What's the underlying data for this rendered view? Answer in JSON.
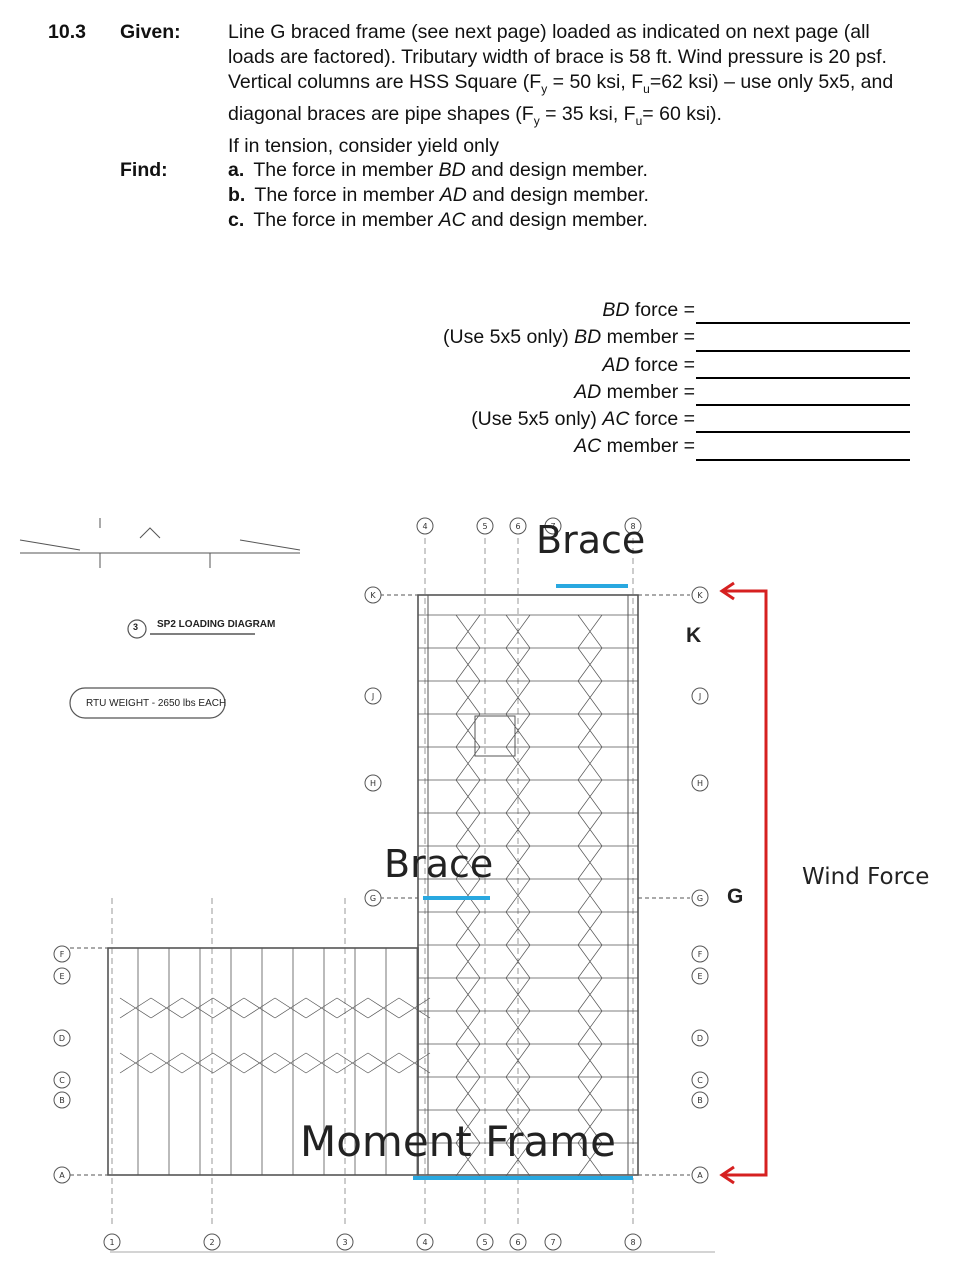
{
  "problem": {
    "number": "10.3",
    "given_label": "Given:",
    "given_lines": [
      "Line G braced frame (see next page) loaded as indicated on next page (all",
      "loads are factored).  Tributary width of brace is 58 ft. Wind pressure is 20 psf.",
      "Vertical columns are HSS Square (Fy = 50 ksi, Fu=62 ksi) – use only 5x5, and",
      "diagonal braces are pipe shapes (Fy = 35 ksi, Fu= 60 ksi).",
      "If in tension, consider yield only"
    ],
    "find_label": "Find:",
    "find_items": [
      {
        "letter": "a.",
        "pre": "The force in member ",
        "member": "BD",
        "post": " and design member."
      },
      {
        "letter": "b.",
        "pre": "The force in member ",
        "member": "AD",
        "post": " and design member."
      },
      {
        "letter": "c.",
        "pre": "The force in member ",
        "member": "AC",
        "post": " and design member."
      }
    ]
  },
  "answers": [
    {
      "prefix": "",
      "member": "BD",
      "suffix": " force ="
    },
    {
      "prefix": "(Use 5x5 only) ",
      "member": "BD",
      "suffix": " member ="
    },
    {
      "prefix": "",
      "member": "AD",
      "suffix": " force ="
    },
    {
      "prefix": "",
      "member": "AD",
      "suffix": " member ="
    },
    {
      "prefix": "(Use 5x5 only)  ",
      "member": "AC",
      "suffix": " force ="
    },
    {
      "prefix": "",
      "member": "AC",
      "suffix": " member ="
    }
  ],
  "drawing": {
    "brace_top": "Brace",
    "brace_mid": "Brace",
    "moment_frame": "Moment Frame",
    "wind_force": "Wind Force",
    "line_k": "K",
    "line_g": "G",
    "loading_title": "SP2 LOADING DIAGRAM",
    "loading_number": "3",
    "rtu_note": "RTU WEIGHT - 2650 lbs EACH",
    "grid_top": [
      "4",
      "5",
      "6",
      "7",
      "8"
    ],
    "grid_bottom": [
      "1",
      "2",
      "3",
      "4",
      "5",
      "6",
      "7",
      "8"
    ],
    "grid_left": [
      "F",
      "E",
      "D",
      "C",
      "B",
      "A"
    ],
    "grid_right": [
      "K",
      "J",
      "H",
      "G",
      "F",
      "E",
      "D",
      "C",
      "B",
      "A"
    ],
    "colors": {
      "brace_line": "#29a8e0",
      "arrow": "#d62020",
      "linework": "#555555"
    }
  }
}
